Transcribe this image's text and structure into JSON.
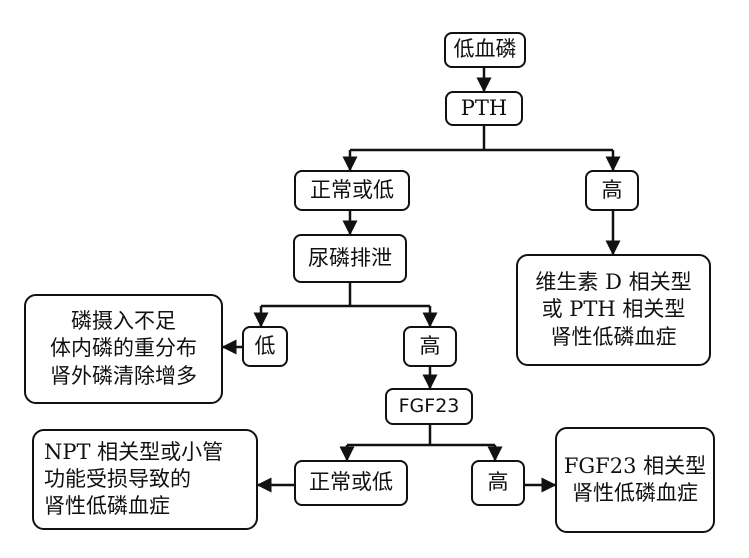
{
  "nodes": {
    "low_phosphate": "低血磷",
    "pth": "PTH",
    "normal_or_low": "正常或低",
    "high_right": "高",
    "vit_d_lines": [
      "维生素 D 相关型",
      "或 PTH 相关型",
      "肾性低磷血症"
    ],
    "urinary_excretion": "尿磷排泄",
    "low_mid": "低",
    "intake_lines": [
      "磷摄入不足",
      "体内磷的重分布",
      "肾外磷清除增多"
    ],
    "high_mid": "高",
    "fgf23": "FGF23",
    "normal_or_low_bottom": "正常或低",
    "npt_lines": [
      "NPT 相关型或小管",
      "功能受损导致的",
      "肾性低磷血症"
    ],
    "high_bottom": "高",
    "fgf23_related_lines": [
      "FGF23 相关型",
      "肾性低磷血症"
    ]
  }
}
